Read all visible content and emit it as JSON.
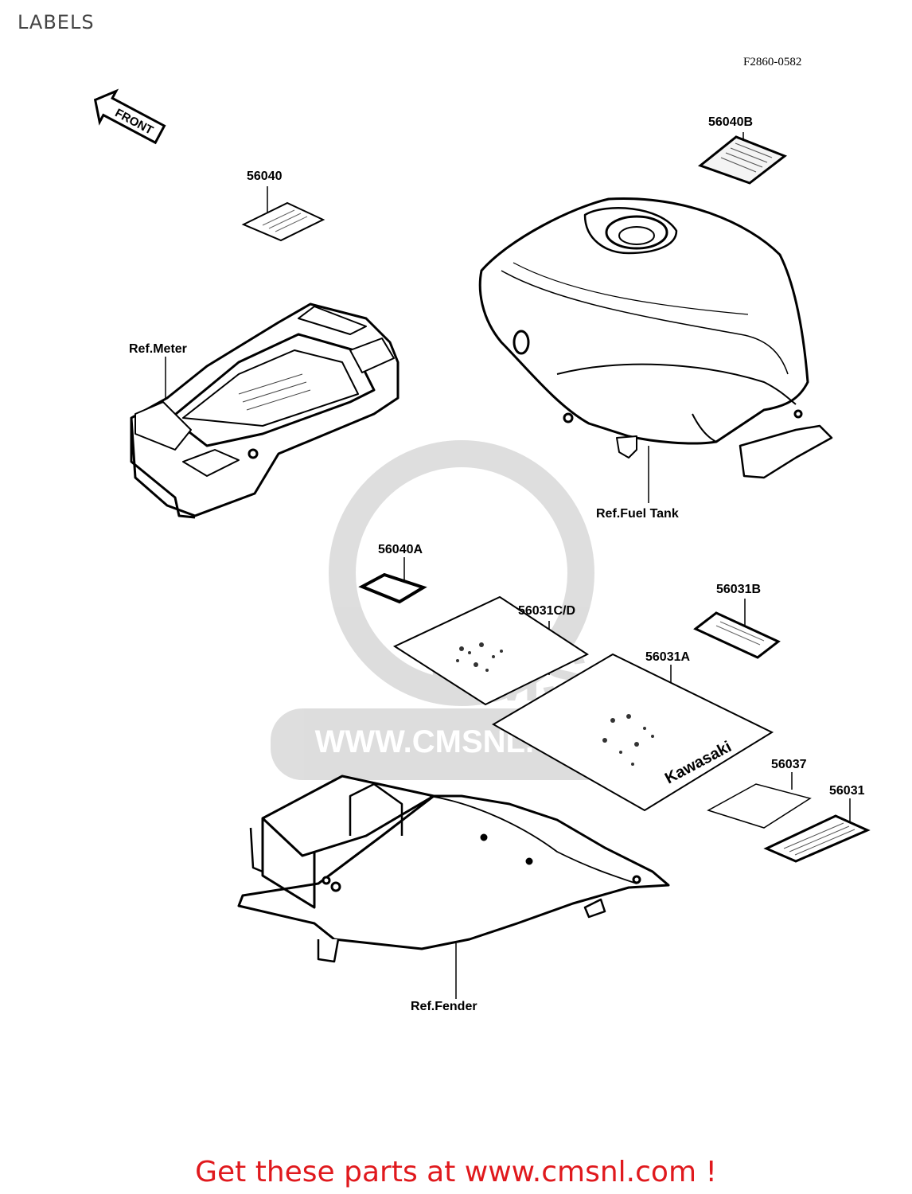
{
  "header": {
    "title": "LABELS",
    "figure_code": "F2860-0582"
  },
  "front_arrow": {
    "text": "FRONT"
  },
  "watermark": {
    "logo_text": "CMS",
    "url": "WWW.CMSNL.COM"
  },
  "labels": {
    "p56040B": "56040B",
    "p56040": "56040",
    "ref_meter": "Ref.Meter",
    "ref_fuel_tank": "Ref.Fuel Tank",
    "p56040A": "56040A",
    "p56031B": "56031B",
    "p56031CD": "56031C/D",
    "p56031A": "56031A",
    "p56037": "56037",
    "p56031": "56031",
    "ref_fender": "Ref.Fender"
  },
  "decal_text": "Kawasaki",
  "footer": {
    "cta": "Get these parts at www.cmsnl.com !"
  }
}
